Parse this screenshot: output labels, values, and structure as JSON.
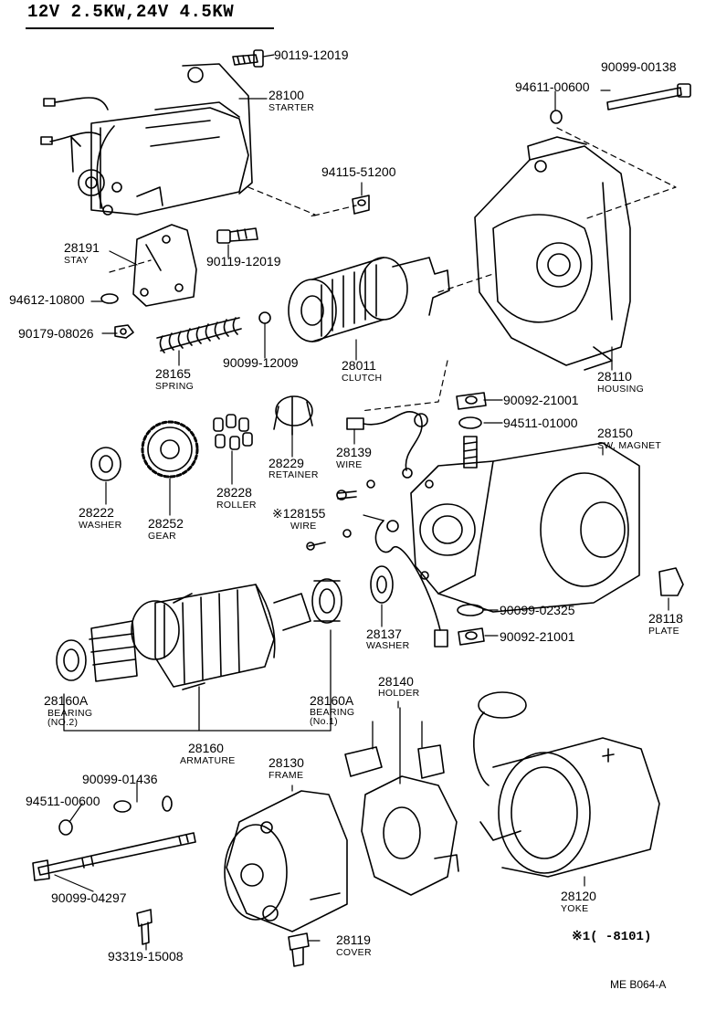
{
  "header": {
    "title": "12V 2.5KW,24V 4.5KW"
  },
  "footer": {
    "note": "※1(  -8101)",
    "drawing_code": "ME B064-A"
  },
  "parts": {
    "p90119_12019_top": {
      "number": "90119-12019"
    },
    "p28100": {
      "number": "28100",
      "name": "STARTER"
    },
    "p94611_00600_top": {
      "number": "94611-00600"
    },
    "p90099_00138": {
      "number": "90099-00138"
    },
    "p94115_51200": {
      "number": "94115-51200"
    },
    "p28191": {
      "number": "28191",
      "name": "STAY"
    },
    "p90119_12019_mid": {
      "number": "90119-12019"
    },
    "p94612_10800": {
      "number": "94612-10800"
    },
    "p90179_08026": {
      "number": "90179-08026"
    },
    "p28165": {
      "number": "28165",
      "name": "SPRING"
    },
    "p90099_12009": {
      "number": "90099-12009"
    },
    "p28011": {
      "number": "28011",
      "name": "CLUTCH"
    },
    "p28110": {
      "number": "28110",
      "name": "HOUSING"
    },
    "p90092_21001_top": {
      "number": "90092-21001"
    },
    "p94511_01000": {
      "number": "94511-01000"
    },
    "p28150": {
      "number": "28150",
      "name": "SW, MAGNET"
    },
    "p28229": {
      "number": "28229",
      "name": "RETAINER"
    },
    "p28139": {
      "number": "28139",
      "name": "WIRE"
    },
    "p28228": {
      "number": "28228",
      "name": "ROLLER"
    },
    "p28222": {
      "number": "28222",
      "name": "WASHER"
    },
    "p28252": {
      "number": "28252",
      "name": "GEAR"
    },
    "p28155": {
      "number": "※128155",
      "name": "WIRE"
    },
    "p90099_02325": {
      "number": "90099-02325"
    },
    "p28118": {
      "number": "28118",
      "name": "PLATE"
    },
    "p90092_21001_bot": {
      "number": "90092-21001"
    },
    "p28137": {
      "number": "28137",
      "name": "WASHER"
    },
    "p28160A_2": {
      "number": "28160A",
      "name": "BEARING",
      "detail": "(NO.2)"
    },
    "p28160A_1": {
      "number": "28160A",
      "name": "BEARING",
      "detail": "(No.1)"
    },
    "p28160": {
      "number": "28160",
      "name": "ARMATURE"
    },
    "p28140": {
      "number": "28140",
      "name": "HOLDER"
    },
    "p90099_01436": {
      "number": "90099-01436"
    },
    "p94511_00600_bot": {
      "number": "94511-00600"
    },
    "p28130": {
      "number": "28130",
      "name": "FRAME"
    },
    "p90099_04297": {
      "number": "90099-04297"
    },
    "p28120": {
      "number": "28120",
      "name": "YOKE"
    },
    "p93319_15008": {
      "number": "93319-15008"
    },
    "p28119": {
      "number": "28119",
      "name": "COVER"
    }
  }
}
